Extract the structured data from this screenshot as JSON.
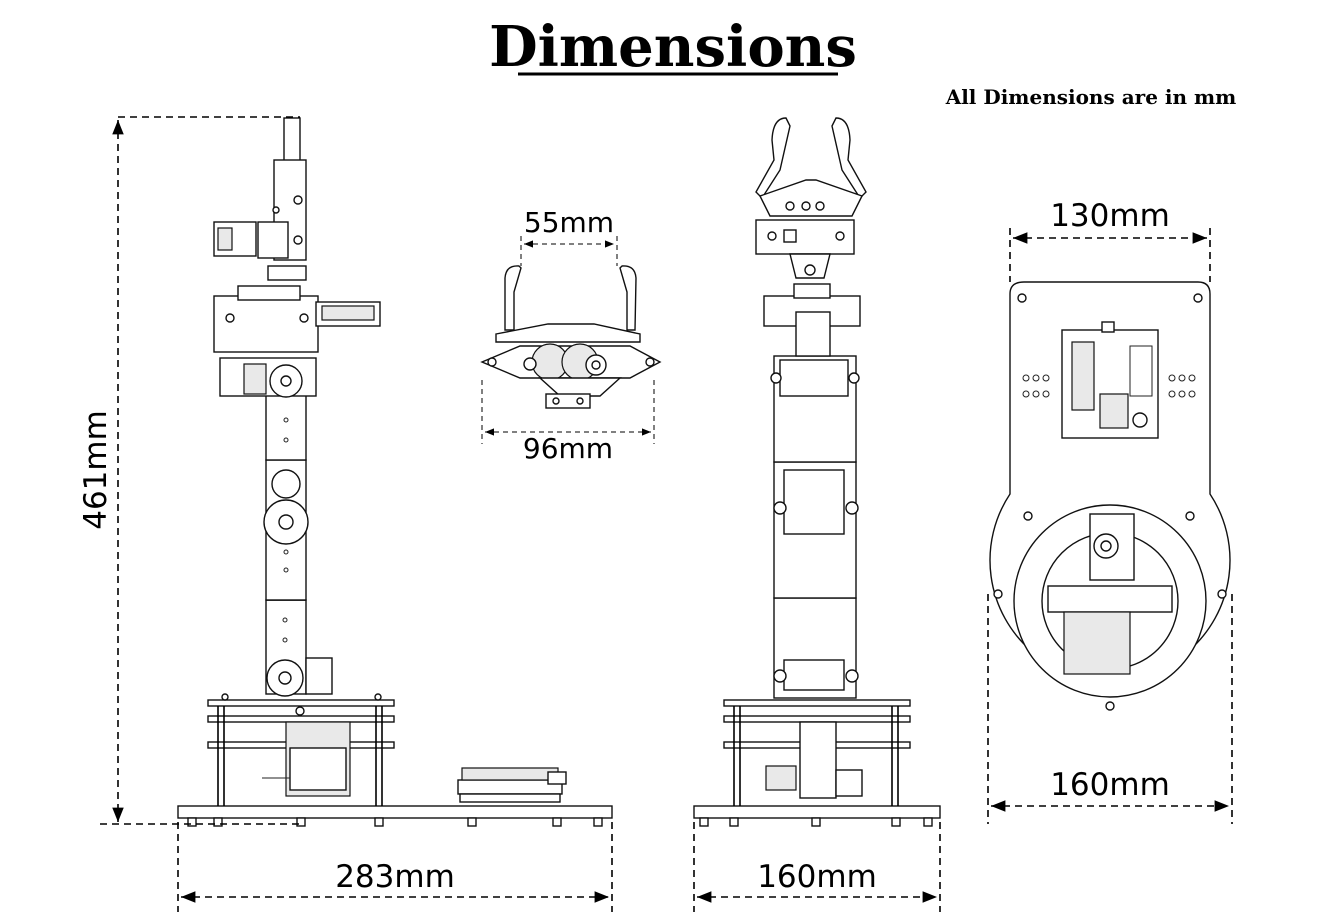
{
  "title": "Dimensions",
  "note": "All Dimensions are in mm",
  "dimensions": {
    "height": "461mm",
    "base_width_side": "283mm",
    "base_width_front": "160mm",
    "gripper_inner": "55mm",
    "gripper_outer": "96mm",
    "top_plate_width": "130mm",
    "top_base_diameter": "160mm"
  }
}
